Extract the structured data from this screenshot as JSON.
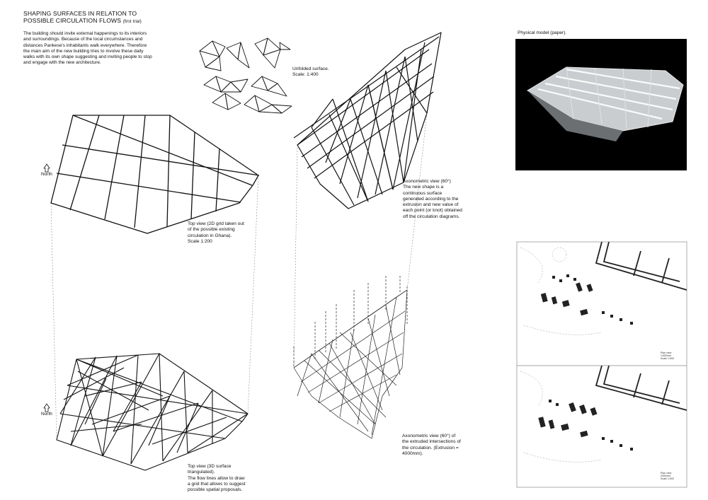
{
  "title": {
    "line1": "SHAPING SURFACES IN RELATION TO",
    "line2": "POSSIBLE CIRCULATION FLOWS",
    "note": "(first trial)"
  },
  "intro": "The building should invite external happenings to its interiors and surroundings. Because of the local circumstances and distances Pankese's inhabitants walk everywhere. Therefore the main aim of the new building tries to involve these daily walks with its own shape suggesting and inviting people to stop and engage with the new architecture.",
  "unfolded": {
    "line1": "Unfolded surface.",
    "line2": "Scale: 1:400"
  },
  "topview2d": {
    "line1": "Top view (2D grid taken out",
    "line2": "of the possible existing",
    "line3": "circulation in Ghana).",
    "line4": "Scale 1:200"
  },
  "axon1": {
    "line1": "Axonometric view (60°)",
    "line2": "The new shape is a",
    "line3": "continuous surface",
    "line4": "generated according to the",
    "line5": "extrusion and new value of",
    "line6": "each point (or knot) obtained",
    "line7": "off the circulation diagrams."
  },
  "topview3d": {
    "line1": "Top view (3D surface",
    "line2": "triangulated).",
    "line3": "The flow lines allow to draw",
    "line4": "a grid that allows to suggest",
    "line5": "possible spatial proposals."
  },
  "axon2": {
    "line1": "Axonometric view (60°) of",
    "line2": "the extruded intersections of",
    "line3": "the circulation. (Extrusion =",
    "line4": "4000mm)."
  },
  "model": {
    "caption": "Physical model (paper)."
  },
  "north_label": "North",
  "plan1_stamp": {
    "l1": "Plan view",
    "l2": "1:500mm",
    "l3": "Scale 1:500"
  },
  "plan2_stamp": {
    "l1": "Plan view",
    "l2": "2000mm",
    "l3": "Scale 1:500"
  },
  "colors": {
    "ink": "#111111",
    "paper": "#ffffff",
    "photo_bg": "#000000"
  }
}
